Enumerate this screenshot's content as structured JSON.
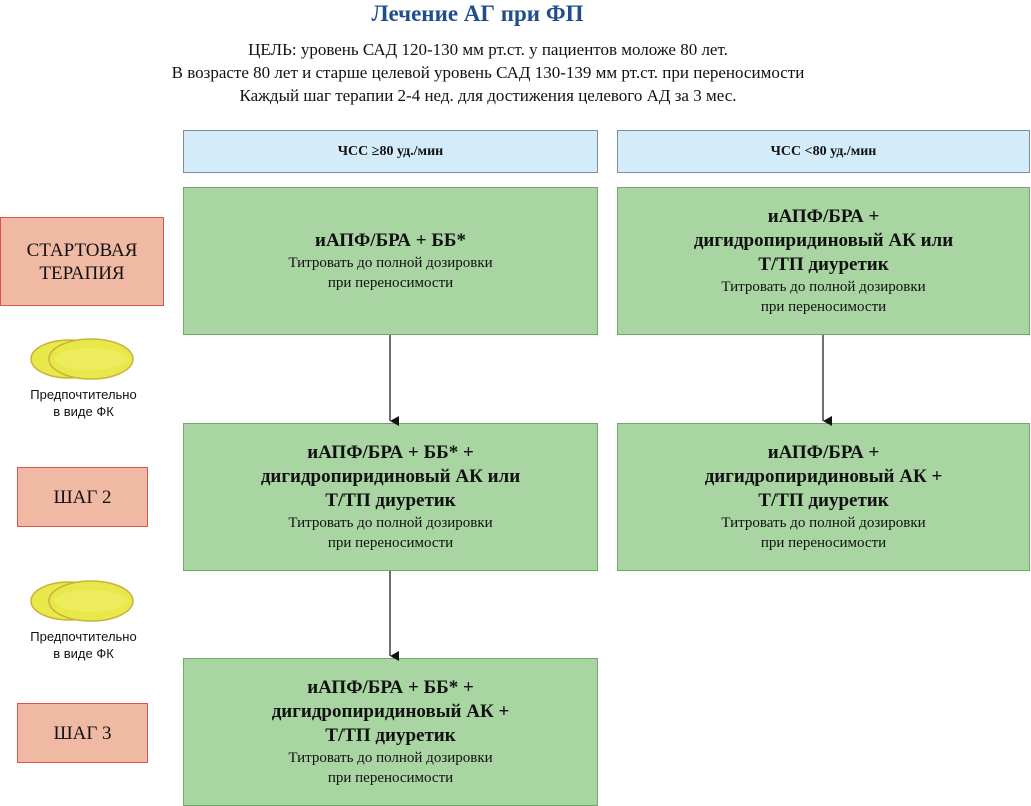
{
  "title": "Лечение АГ при ФП",
  "goal_lines": [
    "ЦЕЛЬ: уровень САД 120-130 мм рт.ст. у пациентов моложе 80 лет.",
    "В возрасте 80 лет и старше целевой уровень САД 130-139 мм рт.ст. при переносимости",
    "Каждый шаг терапии 2-4 нед. для достижения целевого АД за 3 мес."
  ],
  "columns": {
    "left_header": "ЧСС ≥80 уд./мин",
    "right_header": "ЧСС <80 уд./мин"
  },
  "steps": {
    "start": [
      "СТАРТОВАЯ",
      "ТЕРАПИЯ"
    ],
    "step2": "ШАГ 2",
    "step3": "ШАГ 3"
  },
  "pill_caption": [
    "Предпочтительно",
    "в виде ФК"
  ],
  "boxes": {
    "left_start": {
      "bold": [
        "иАПФ/БРА + ББ*"
      ],
      "note": [
        "Титровать до полной дозировки",
        "при переносимости"
      ]
    },
    "right_start": {
      "bold": [
        "иАПФ/БРА +",
        "дигидропиридиновый АК или",
        "Т/ТП диуретик"
      ],
      "note": [
        "Титровать до полной дозировки",
        "при переносимости"
      ]
    },
    "left_step2": {
      "bold": [
        "иАПФ/БРА + ББ* +",
        "дигидропиридиновый АК или",
        "Т/ТП диуретик"
      ],
      "note": [
        "Титровать до полной дозировки",
        "при переносимости"
      ]
    },
    "right_step2": {
      "bold": [
        "иАПФ/БРА +",
        "дигидропиридиновый АК +",
        "Т/ТП диуретик"
      ],
      "note": [
        "Титровать до полной дозировки",
        "при переносимости"
      ]
    },
    "left_step3": {
      "bold": [
        "иАПФ/БРА + ББ* +",
        "дигидропиридиновый АК +",
        "Т/ТП диуретик"
      ],
      "note": [
        "Титровать до полной дозировки",
        "при переносимости"
      ]
    }
  },
  "colors": {
    "title": "#1f4e8c",
    "header_fill": "#d4ecf9",
    "box_fill": "#a8d5a2",
    "step_fill": "#f0b9a4",
    "step_border": "#d9534f",
    "pill_fill": "#e8e84a"
  },
  "icons": {
    "pill": "yellow-pill-capsule-icon",
    "arrow": "down-arrow-icon"
  }
}
